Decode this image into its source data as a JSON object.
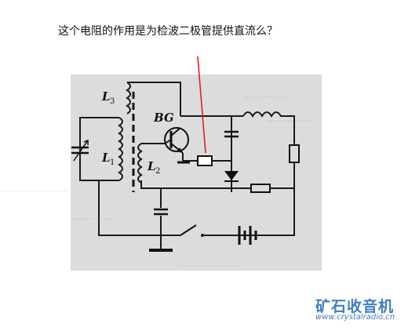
{
  "question": "这个电阻的作用是为检波二极管提供直流么？",
  "labels": {
    "L3": "L",
    "L3_sub": "3",
    "L1": "L",
    "L1_sub": "1",
    "L2": "L",
    "L2_sub": "2",
    "BG": "BG"
  },
  "watermark": {
    "brand": "矿石收音机",
    "url": "www.crystalradio.cn"
  },
  "colors": {
    "annotation": "#e0201c",
    "brand": "#3f7ec2",
    "scan_background": "#dcdcdc"
  }
}
